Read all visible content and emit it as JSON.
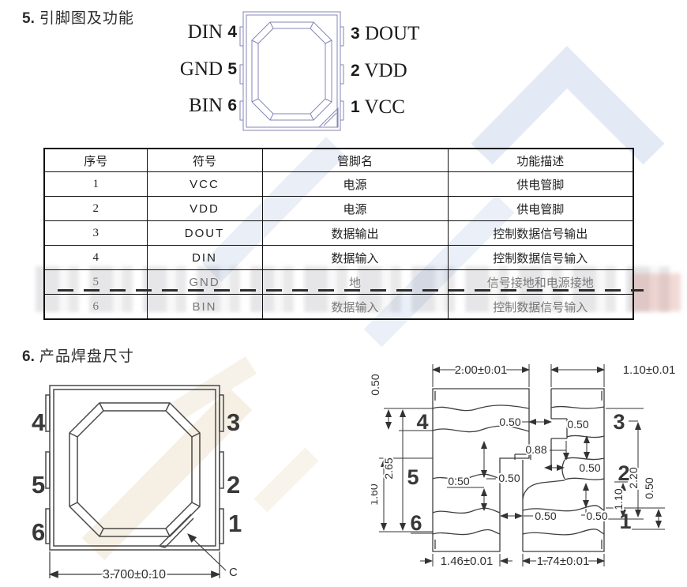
{
  "section5": {
    "number": "5.",
    "title": "引脚图及功能",
    "pins": {
      "left": [
        {
          "name": "DIN",
          "num": "4"
        },
        {
          "name": "GND",
          "num": "5"
        },
        {
          "name": "BIN",
          "num": "6"
        }
      ],
      "right": [
        {
          "num": "3",
          "name": "DOUT"
        },
        {
          "num": "2",
          "name": "VDD"
        },
        {
          "num": "1",
          "name": "VCC"
        }
      ]
    },
    "table": {
      "headers": [
        "序号",
        "符号",
        "管脚名",
        "功能描述"
      ],
      "rows": [
        [
          "1",
          "VCC",
          "电源",
          "供电管脚"
        ],
        [
          "2",
          "VDD",
          "电源",
          "供电管脚"
        ],
        [
          "3",
          "DOUT",
          "数据输出",
          "控制数据信号输出"
        ],
        [
          "4",
          "DIN",
          "数据输入",
          "控制数据信号输入"
        ],
        [
          "5",
          "GND",
          "地",
          "信号接地和电源接地"
        ],
        [
          "6",
          "BIN",
          "数据输入",
          "控制数据信号输入"
        ]
      ]
    }
  },
  "section6": {
    "number": "6.",
    "title": "产品焊盘尺寸",
    "package": {
      "left_nums": [
        "4",
        "5",
        "6"
      ],
      "right_nums": [
        "3",
        "2",
        "1"
      ],
      "bottom_dim": "3.700±0.10",
      "corner_label": "C"
    },
    "pads": {
      "left_nums": [
        "4",
        "5",
        "6"
      ],
      "right_nums": [
        "3",
        "2",
        "1"
      ],
      "dims": {
        "top_width": "2.00±0.01",
        "top_right_width": "1.10±0.01",
        "pad4_height": "0.50",
        "left_total": "2.65",
        "left_lower": "1.60",
        "gap_4_3": "0.50",
        "gap_3_2": "0.50",
        "notch_offset": "0.88",
        "gap_2": "0.50",
        "gap_4_5": "0.50",
        "gap_5_6": "0.50",
        "gap_6_1": "0.50",
        "gap_2_1": "0.50",
        "right_total": "2.20",
        "right_1_2": "1.10",
        "right_bottom": "0.50",
        "bottom_left_width": "1.46±0.01",
        "bottom_right_width": "1.74±0.01"
      }
    }
  },
  "colors": {
    "chip_outline": "#8585b5",
    "drawing_line": "#3f3f3f",
    "table_border": "#101010",
    "watermark_blue": "#e6ecf6",
    "watermark_cream": "#f6f0e4"
  }
}
